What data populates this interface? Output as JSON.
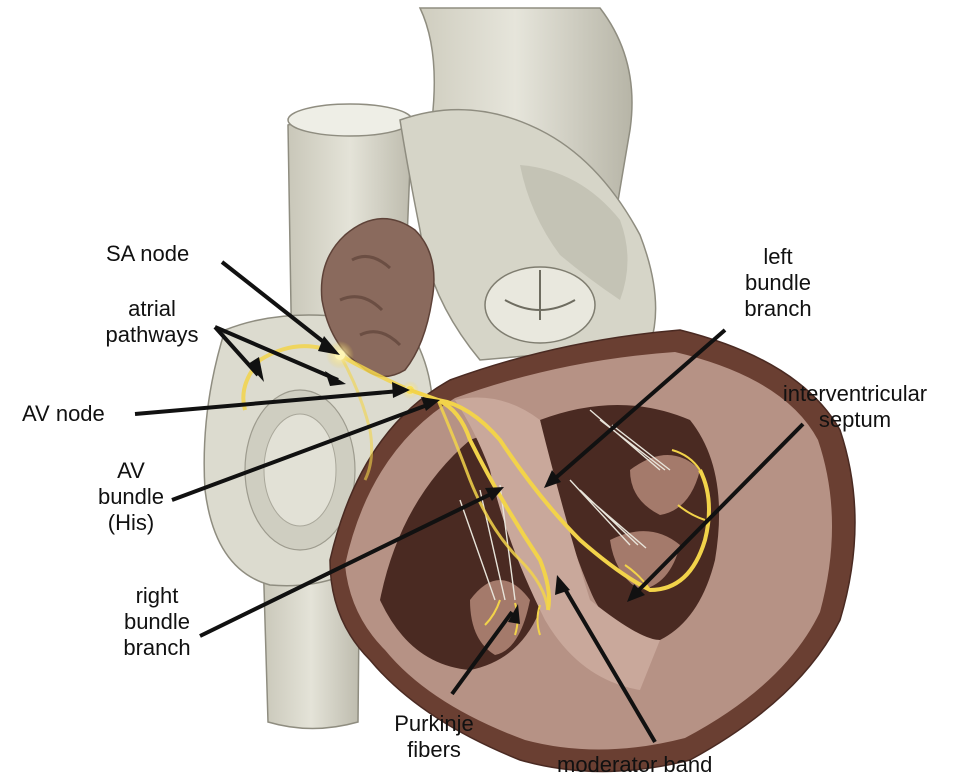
{
  "colors": {
    "background": "#ffffff",
    "vessel": "#dddcd0",
    "vessel_shade": "#b9b7a9",
    "auricle": "#8a6a5d",
    "myocardium_outer": "#6a3f32",
    "myocardium": "#b69285",
    "cavity_dark": "#4a2a22",
    "septum": "#c9a89b",
    "conduction": "#f2d34a",
    "conduction_glow": "#fff3a0",
    "label_text": "#111111",
    "leader_line": "#111111"
  },
  "labels": {
    "sa_node": [
      "SA node"
    ],
    "atrial_pathways": [
      "atrial",
      "pathways"
    ],
    "av_node": [
      "AV node"
    ],
    "av_bundle": [
      "AV",
      "bundle",
      "(His)"
    ],
    "right_bundle_branch": [
      "right",
      "bundle",
      "branch"
    ],
    "left_bundle_branch": [
      "left",
      "bundle",
      "branch"
    ],
    "interventricular_septum": [
      "interventricular",
      "septum"
    ],
    "purkinje_fibers": [
      "Purkinje",
      "fibers"
    ],
    "moderator_band": [
      "moderator band"
    ]
  }
}
